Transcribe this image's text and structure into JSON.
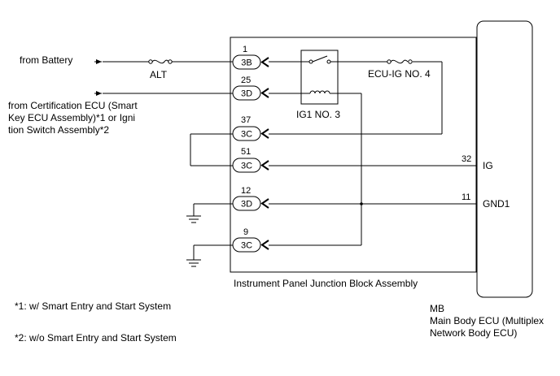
{
  "inputs": {
    "battery": "from Battery",
    "cert_line1": "from Certification ECU (Smart",
    "cert_line2": "Key ECU Assembly)*1 or Igni",
    "cert_line3": "tion Switch Assembly*2"
  },
  "fuses": {
    "alt": "ALT",
    "ecu_ig": "ECU-IG NO. 4"
  },
  "relay": {
    "label": "IG1 NO. 3"
  },
  "junction_block": {
    "label": "Instrument Panel Junction Block Assembly",
    "connectors": [
      {
        "pin": "1",
        "code": "3B"
      },
      {
        "pin": "25",
        "code": "3D"
      },
      {
        "pin": "37",
        "code": "3C"
      },
      {
        "pin": "51",
        "code": "3C"
      },
      {
        "pin": "12",
        "code": "3D"
      },
      {
        "pin": "9",
        "code": "3C"
      }
    ]
  },
  "ecu": {
    "code": "MB",
    "name_line1": "Main Body ECU (Multiplex",
    "name_line2": "Network Body ECU)",
    "terminals": [
      {
        "pin": "32",
        "name": "IG"
      },
      {
        "pin": "11",
        "name": "GND1"
      }
    ]
  },
  "notes": {
    "note1": "*1: w/ Smart Entry and Start System",
    "note2": "*2: w/o Smart Entry and Start System"
  }
}
